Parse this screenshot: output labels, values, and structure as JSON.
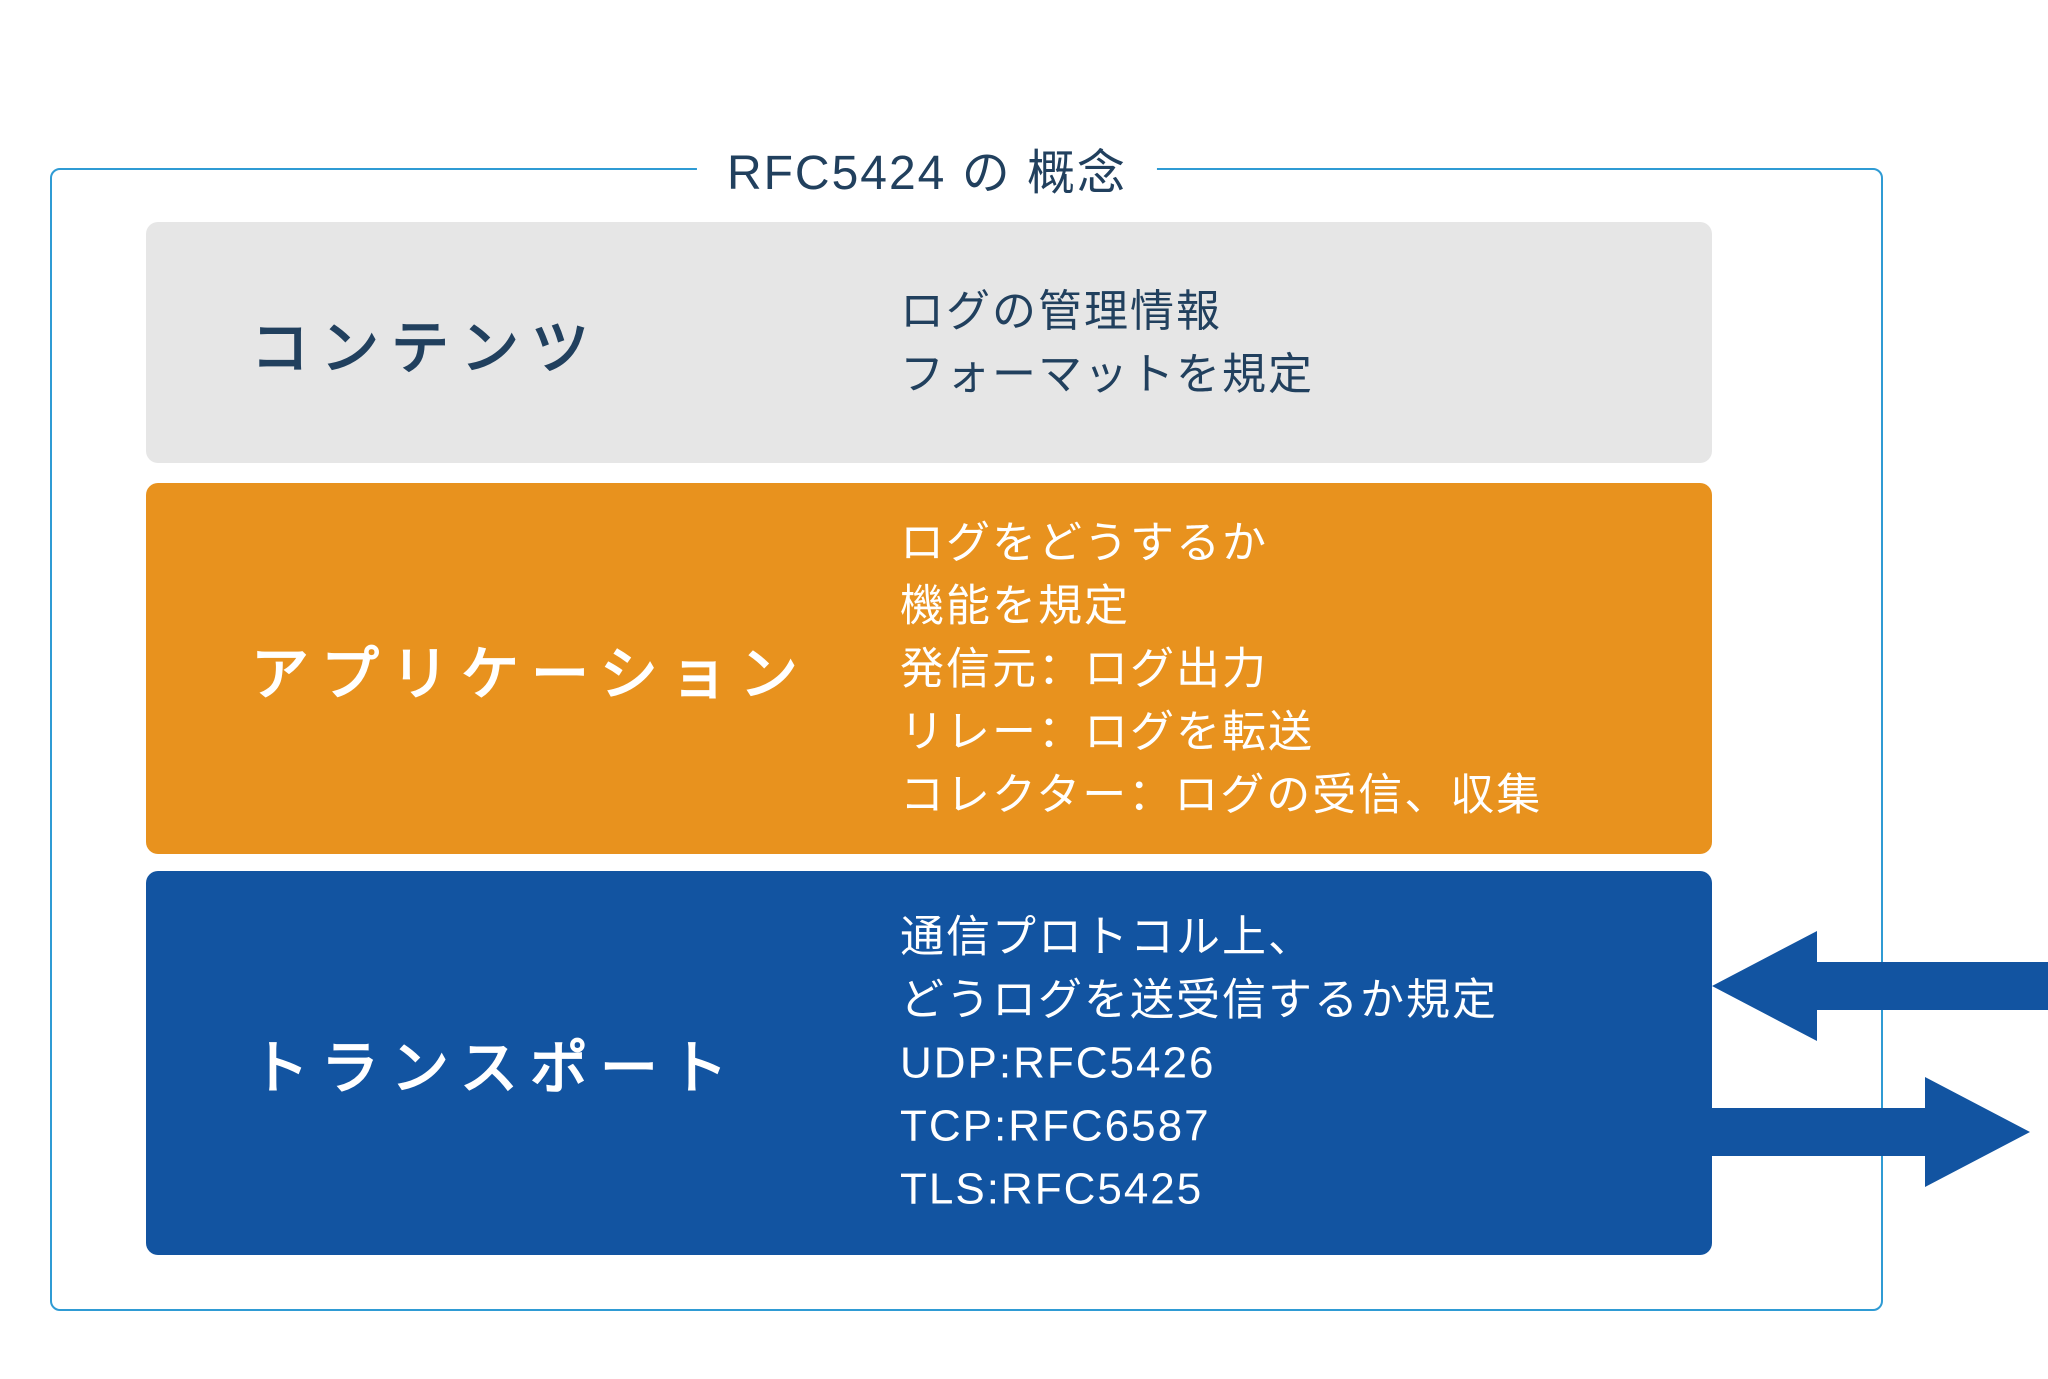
{
  "title": "RFC5424 の 概念",
  "colors": {
    "background": "#ffffff",
    "border": "#2f9bd4",
    "title_text": "#21405e",
    "arrow": "#1254a1"
  },
  "layers": [
    {
      "id": "content",
      "label": "コンテンツ",
      "bg_color": "#e6e6e6",
      "text_color": "#21405e",
      "description_lines": [
        "ログの管理情報",
        "フォーマットを規定"
      ]
    },
    {
      "id": "application",
      "label": "アプリケーション",
      "bg_color": "#e8921e",
      "text_color": "#ffffff",
      "description_lines": [
        "ログをどうするか",
        "機能を規定",
        "発信元：ログ出力",
        "リレー：ログを転送",
        "コレクター：ログの受信、収集"
      ]
    },
    {
      "id": "transport",
      "label": "トランスポート",
      "bg_color": "#1254a1",
      "text_color": "#ffffff",
      "description_lines": [
        "通信プロトコル上、",
        "どうログを送受信するか規定",
        "UDP:RFC5426",
        "TCP:RFC6587",
        "TLS:RFC5425"
      ]
    }
  ],
  "arrows": [
    {
      "id": "inbound",
      "direction": "left"
    },
    {
      "id": "outbound",
      "direction": "right"
    }
  ]
}
